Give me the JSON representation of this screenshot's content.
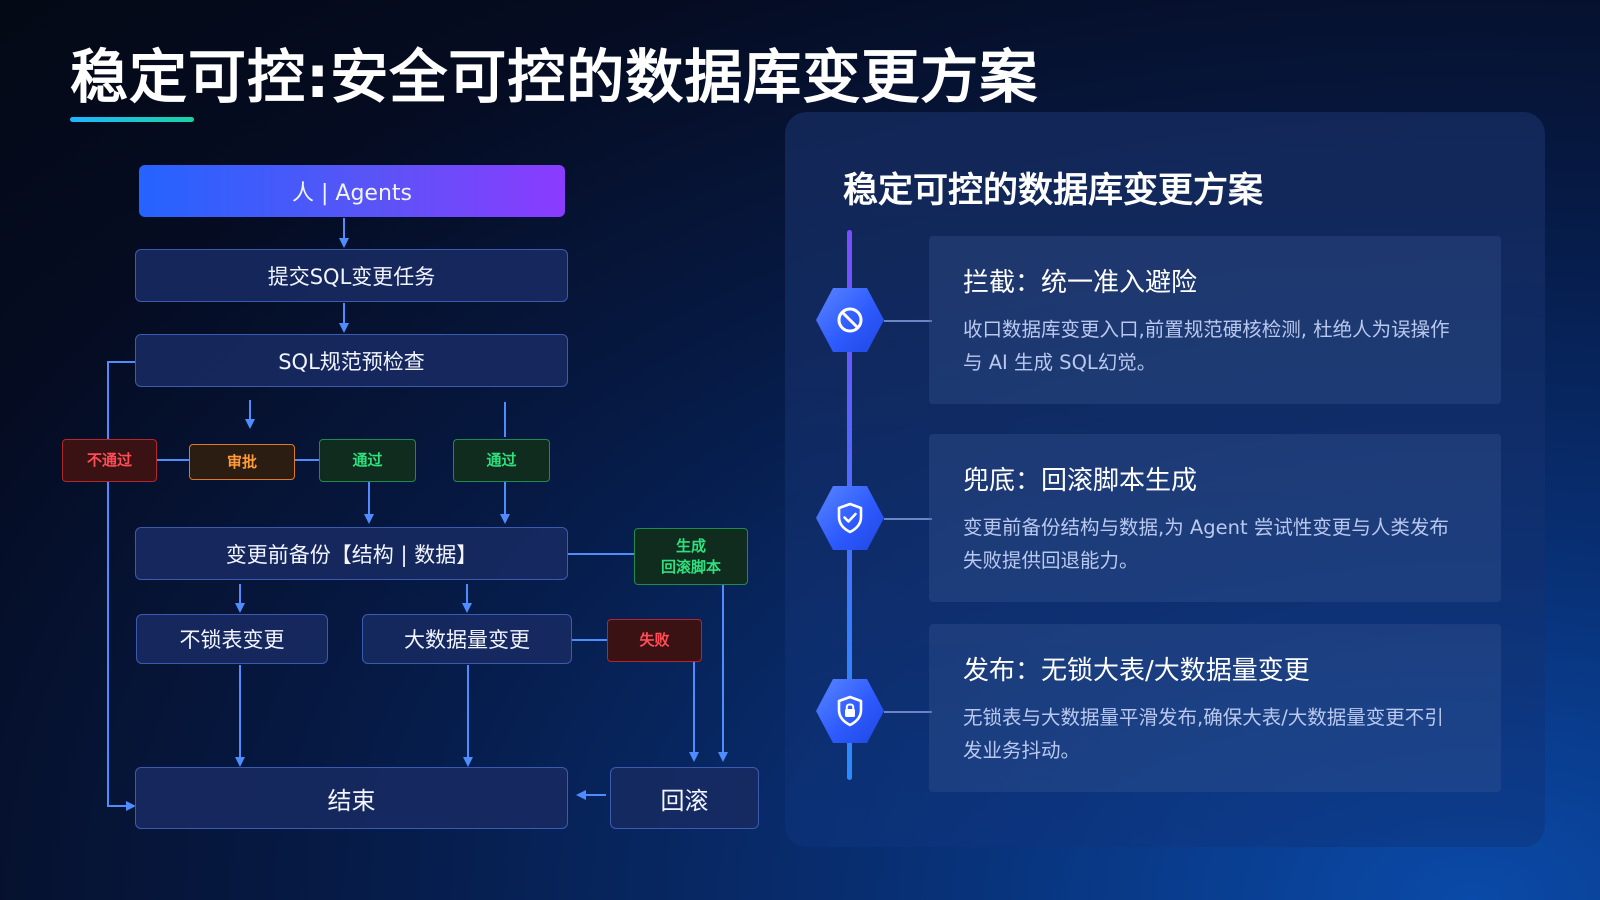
{
  "title": "稳定可控:安全可控的数据库变更方案",
  "accent_colors": {
    "underline": "#1fb6ff",
    "fail": "#ff4d57",
    "approve": "#ff9a3a",
    "pass": "#2fe07c",
    "hex_icon": "#2e5bff"
  },
  "flow": {
    "top_node": "人 | Agents",
    "submit": "提交SQL变更任务",
    "precheck": "SQL规范预检查",
    "tag_reject": "不通过",
    "tag_approve": "审批",
    "tag_pass_1": "通过",
    "tag_pass_2": "通过",
    "backup": "变更前备份【结构 | 数据】",
    "gen_rollback_line1": "生成",
    "gen_rollback_line2": "回滚脚本",
    "nolock_change": "不锁表变更",
    "bigdata_change": "大数据量变更",
    "tag_fail": "失败",
    "end": "结束",
    "rollback": "回滚"
  },
  "panel": {
    "title": "稳定可控的数据库变更方案",
    "items": [
      {
        "icon": "ban-icon",
        "title": "拦截：统一准入避险",
        "text": "收口数据库变更入口,前置规范硬核检测, 杜绝人为误操作与 AI 生成 SQL幻觉。"
      },
      {
        "icon": "shield-check-icon",
        "title": "兜底：回滚脚本生成",
        "text": "变更前备份结构与数据,为 Agent 尝试性变更与人类发布失败提供回退能力。"
      },
      {
        "icon": "shield-lock-icon",
        "title": "发布：无锁大表/大数据量变更",
        "text": "无锁表与大数据量平滑发布,确保大表/大数据量变更不引发业务抖动。"
      }
    ]
  }
}
